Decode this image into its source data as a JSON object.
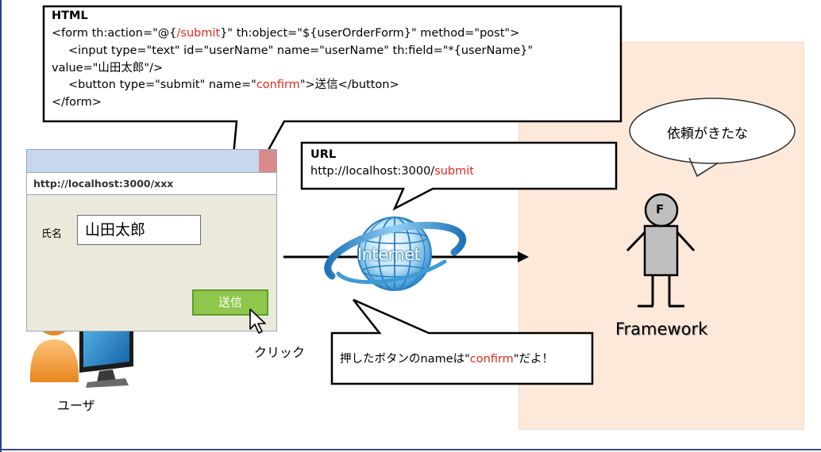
{
  "html_callout": {
    "title": "HTML",
    "line1_a": "<form th:action=\"@{",
    "line1_b": "/submit",
    "line1_c": "}\" th:object=\"${userOrderForm}\" method=\"post\">",
    "line2": "<input type=\"text\" id=\"userName\" name=\"userName\" th:field=\"*{userName}\"",
    "line3": "value=\"山田太郎\"/>",
    "line4_a": "<button type=\"submit\" name=\"",
    "line4_b": "confirm",
    "line4_c": "\">送信</button>",
    "line5": "</form>"
  },
  "browser": {
    "url": "http://localhost:3000/xxx",
    "field_label": "氏名",
    "field_value": "山田太郎",
    "submit_label": "送信"
  },
  "click_label": "クリック",
  "user_label": "ユーザ",
  "url_callout": {
    "title": "URL",
    "url_a": "http://localhost:3000/",
    "url_b": "submit"
  },
  "internet_label": "Internet",
  "bottom_callout": {
    "text_a": "押したボタンのnameは\"",
    "text_b": "confirm",
    "text_c": "\"だよ！"
  },
  "thought": "依頼がきたな",
  "framework": {
    "head_letter": "F",
    "label": "Framework"
  },
  "colors": {
    "accent_red": "#e0281e",
    "panel": "#fde9da",
    "button_green": "#8ec74b"
  }
}
